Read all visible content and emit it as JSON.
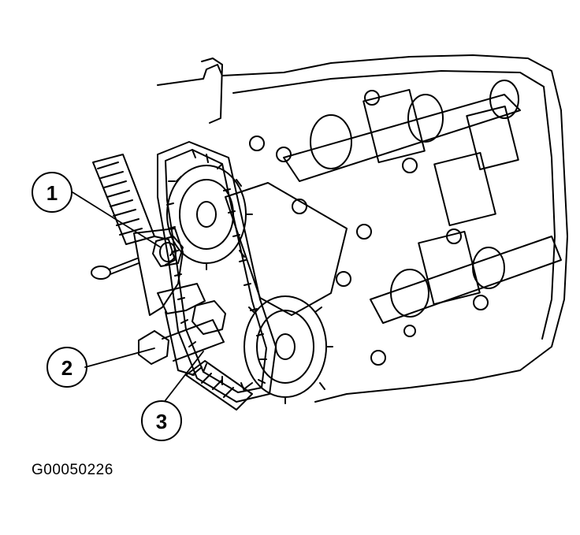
{
  "callouts": [
    {
      "label": "1"
    },
    {
      "label": "2"
    },
    {
      "label": "3"
    }
  ],
  "figure_code": "G00050226",
  "colors": {
    "ink": "#000000",
    "paper": "#ffffff"
  }
}
